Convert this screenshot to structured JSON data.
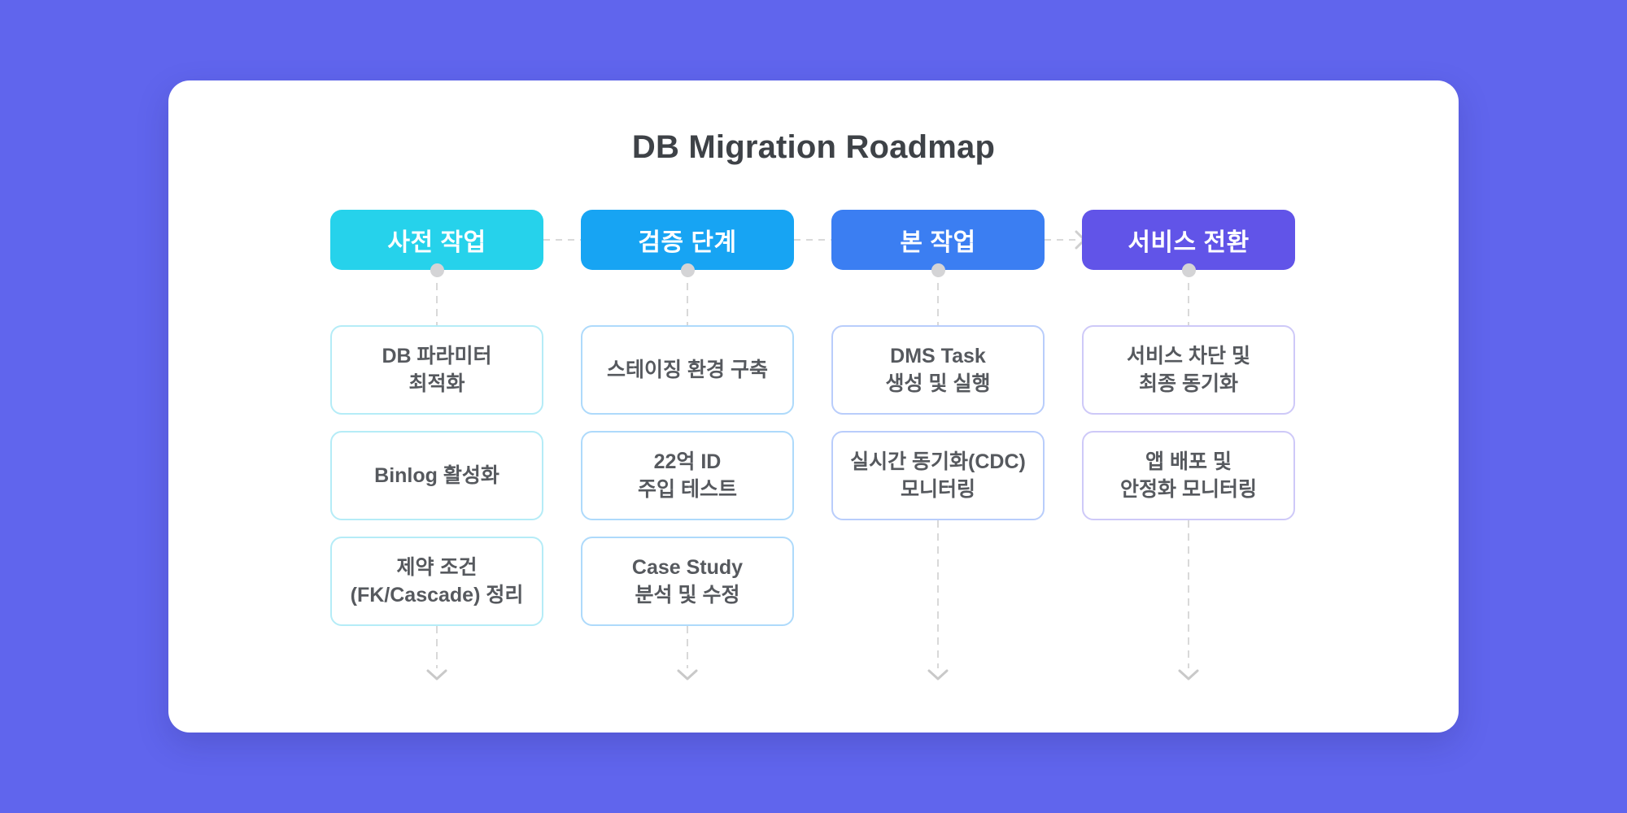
{
  "colors": {
    "background": "#6065ed",
    "panel": "#ffffff",
    "title_text": "#3e4247",
    "card_text": "#56595e",
    "connector": "#d9d9d9",
    "dot": "#d4d4d6"
  },
  "title": "DB Migration Roadmap",
  "columns": [
    {
      "header": {
        "label": "사전 작업",
        "bg": "#26d2eb"
      },
      "card_border": "#b5ecf7",
      "cards": [
        {
          "lines": [
            "DB 파라미터",
            "최적화"
          ]
        },
        {
          "lines": [
            "Binlog 활성화"
          ]
        },
        {
          "lines": [
            "제약 조건",
            "(FK/Cascade) 정리"
          ]
        }
      ]
    },
    {
      "header": {
        "label": "검증 단계",
        "bg": "#17a4f3"
      },
      "card_border": "#aedafb",
      "cards": [
        {
          "lines": [
            "스테이징 환경 구축"
          ]
        },
        {
          "lines": [
            "22억 ID",
            "주입 테스트"
          ]
        },
        {
          "lines": [
            "Case Study",
            "분석 및 수정"
          ]
        }
      ]
    },
    {
      "header": {
        "label": "본 작업",
        "bg": "#3b7ef2"
      },
      "card_border": "#b9cdfb",
      "cards": [
        {
          "lines": [
            "DMS Task",
            "생성 및 실행"
          ]
        },
        {
          "lines": [
            "실시간 동기화(CDC)",
            "모니터링"
          ]
        }
      ]
    },
    {
      "header": {
        "label": "서비스 전환",
        "bg": "#6154e8"
      },
      "card_border": "#cec9f8",
      "cards": [
        {
          "lines": [
            "서비스 차단 및",
            "최종 동기화"
          ]
        },
        {
          "lines": [
            "앱 배포 및",
            "안정화 모니터링"
          ]
        }
      ]
    }
  ]
}
